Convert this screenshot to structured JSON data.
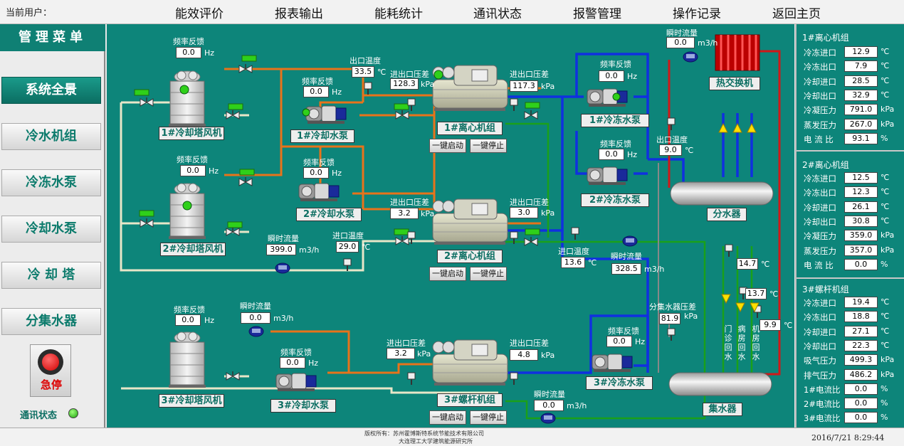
{
  "header": {
    "user_label": "当前用户：",
    "nav": [
      "能效评价",
      "报表输出",
      "能耗统计",
      "通讯状态",
      "报警管理",
      "操作记录",
      "返回主页"
    ]
  },
  "menu": {
    "title": "管理菜单",
    "items": [
      "系统全景",
      "冷水机组",
      "冷冻水泵",
      "冷却水泵",
      "冷 却 塔",
      "分集水器"
    ],
    "estop": "急停",
    "comm_status": "通讯状态"
  },
  "diagram": {
    "tower1": {
      "name": "1#冷却塔风机",
      "freq_label": "频率反馈",
      "freq": "0.0",
      "unit": "Hz"
    },
    "tower2": {
      "name": "2#冷却塔风机",
      "freq_label": "频率反馈",
      "freq": "0.0",
      "unit": "Hz"
    },
    "tower3": {
      "name": "3#冷却塔风机",
      "freq_label": "频率反馈",
      "freq": "0.0",
      "unit": "Hz"
    },
    "cw_pump1": {
      "name": "1#冷却水泵",
      "freq_label": "频率反馈",
      "freq": "0.0",
      "unit": "Hz"
    },
    "cw_pump2": {
      "name": "2#冷却水泵",
      "freq_label": "频率反馈",
      "freq": "0.0",
      "unit": "Hz"
    },
    "cw_pump3": {
      "name": "3#冷却水泵",
      "freq_label": "频率反馈",
      "freq": "0.0",
      "unit": "Hz"
    },
    "chw_pump1": {
      "name": "1#冷冻水泵",
      "freq_label": "频率反馈",
      "freq": "0.0",
      "unit": "Hz"
    },
    "chw_pump2": {
      "name": "2#冷冻水泵",
      "freq_label": "频率反馈",
      "freq": "0.0",
      "unit": "Hz"
    },
    "chw_pump3": {
      "name": "3#冷冻水泵",
      "freq_label": "频率反馈",
      "freq": "0.0",
      "unit": "Hz"
    },
    "chiller1": {
      "name": "1#离心机组",
      "in_dp_label": "进出口压差",
      "in_dp": "128.3",
      "out_dp_label": "进出口压差",
      "out_dp": "117.3",
      "unit": "kPa",
      "start": "一键启动",
      "stop": "一键停止"
    },
    "chiller2": {
      "name": "2#离心机组",
      "in_dp_label": "进出口压差",
      "in_dp": "3.2",
      "out_dp_label": "进出口压差",
      "out_dp": "3.0",
      "unit": "kPa",
      "start": "一键启动",
      "stop": "一键停止"
    },
    "chiller3": {
      "name": "3#螺杆机组",
      "in_dp_label": "进出口压差",
      "in_dp": "3.2",
      "out_dp_label": "进出口压差",
      "out_dp": "4.8",
      "unit": "kPa",
      "start": "一键启动",
      "stop": "一键停止"
    },
    "outlet_temp": {
      "label": "出口温度",
      "value": "33.5",
      "unit": "℃"
    },
    "inlet_temp": {
      "label": "进口温度",
      "value": "29.0",
      "unit": "℃"
    },
    "cw_flow": {
      "label": "瞬时流量",
      "value": "399.0",
      "unit": "m3/h"
    },
    "tower3_flow": {
      "label": "瞬时流量",
      "value": "0.0",
      "unit": "m3/h"
    },
    "chiller3_flow": {
      "label": "瞬时流量",
      "value": "0.0",
      "unit": "m3/h"
    },
    "hx_flow": {
      "label": "瞬时流量",
      "value": "0.0",
      "unit": "m3/h"
    },
    "hx_name": "热交换机",
    "supply_out_temp": {
      "label": "出口温度",
      "value": "9.0",
      "unit": "℃"
    },
    "chw_in_temp": {
      "label": "进口温度",
      "value": "13.6",
      "unit": "℃"
    },
    "chw_flow": {
      "label": "瞬时流量",
      "value": "328.5",
      "unit": "m3/h"
    },
    "header_dp": {
      "label": "分集水器压差",
      "value": "81.9",
      "unit": "kPa"
    },
    "distributor": "分水器",
    "collector": "集水器",
    "branch_t1": {
      "value": "14.7",
      "unit": "℃"
    },
    "branch_t2": {
      "value": "13.7",
      "unit": "℃"
    },
    "branch_t3": {
      "value": "9.9",
      "unit": "℃"
    },
    "branches": [
      "门诊回水",
      "病房回水",
      "机房回水"
    ]
  },
  "right": {
    "g1": {
      "title": "1#离心机组",
      "rows": [
        {
          "label": "冷冻进口",
          "value": "12.9",
          "unit": "℃"
        },
        {
          "label": "冷冻出口",
          "value": "7.9",
          "unit": "℃"
        },
        {
          "label": "冷却进口",
          "value": "28.5",
          "unit": "℃"
        },
        {
          "label": "冷却出口",
          "value": "32.9",
          "unit": "℃"
        },
        {
          "label": "冷凝压力",
          "value": "791.0",
          "unit": "kPa"
        },
        {
          "label": "蒸发压力",
          "value": "267.0",
          "unit": "kPa"
        },
        {
          "label": "电 流 比",
          "value": "93.1",
          "unit": "%"
        }
      ]
    },
    "g2": {
      "title": "2#离心机组",
      "rows": [
        {
          "label": "冷冻进口",
          "value": "12.5",
          "unit": "℃"
        },
        {
          "label": "冷冻出口",
          "value": "12.3",
          "unit": "℃"
        },
        {
          "label": "冷却进口",
          "value": "26.1",
          "unit": "℃"
        },
        {
          "label": "冷却出口",
          "value": "30.8",
          "unit": "℃"
        },
        {
          "label": "冷凝压力",
          "value": "359.0",
          "unit": "kPa"
        },
        {
          "label": "蒸发压力",
          "value": "357.0",
          "unit": "kPa"
        },
        {
          "label": "电 流 比",
          "value": "0.0",
          "unit": "%"
        }
      ]
    },
    "g3": {
      "title": "3#螺杆机组",
      "rows": [
        {
          "label": "冷冻进口",
          "value": "19.4",
          "unit": "℃"
        },
        {
          "label": "冷冻出口",
          "value": "18.8",
          "unit": "℃"
        },
        {
          "label": "冷却进口",
          "value": "27.1",
          "unit": "℃"
        },
        {
          "label": "冷却出口",
          "value": "22.3",
          "unit": "℃"
        },
        {
          "label": "吸气压力",
          "value": "499.3",
          "unit": "kPa"
        },
        {
          "label": "排气压力",
          "value": "486.2",
          "unit": "kPa"
        },
        {
          "label": "1#电流比",
          "value": "0.0",
          "unit": "%"
        },
        {
          "label": "2#电流比",
          "value": "0.0",
          "unit": "%"
        },
        {
          "label": "3#电流比",
          "value": "0.0",
          "unit": "%"
        }
      ]
    }
  },
  "footer": {
    "copyright1": "版权所有：苏州霍博斯特系统节能技术有限公司",
    "copyright2": "大连理工大学建筑能源研究所",
    "timestamp": "2016/7/21 8:29:44"
  },
  "colors": {
    "panel": "#0d857a",
    "cooling_pipe": "#e8731a",
    "chilled_pipe": "#1030e0",
    "return_pipe": "#1aa01a",
    "hot_pipe": "#d01818",
    "status_led": "#2fd01a"
  }
}
